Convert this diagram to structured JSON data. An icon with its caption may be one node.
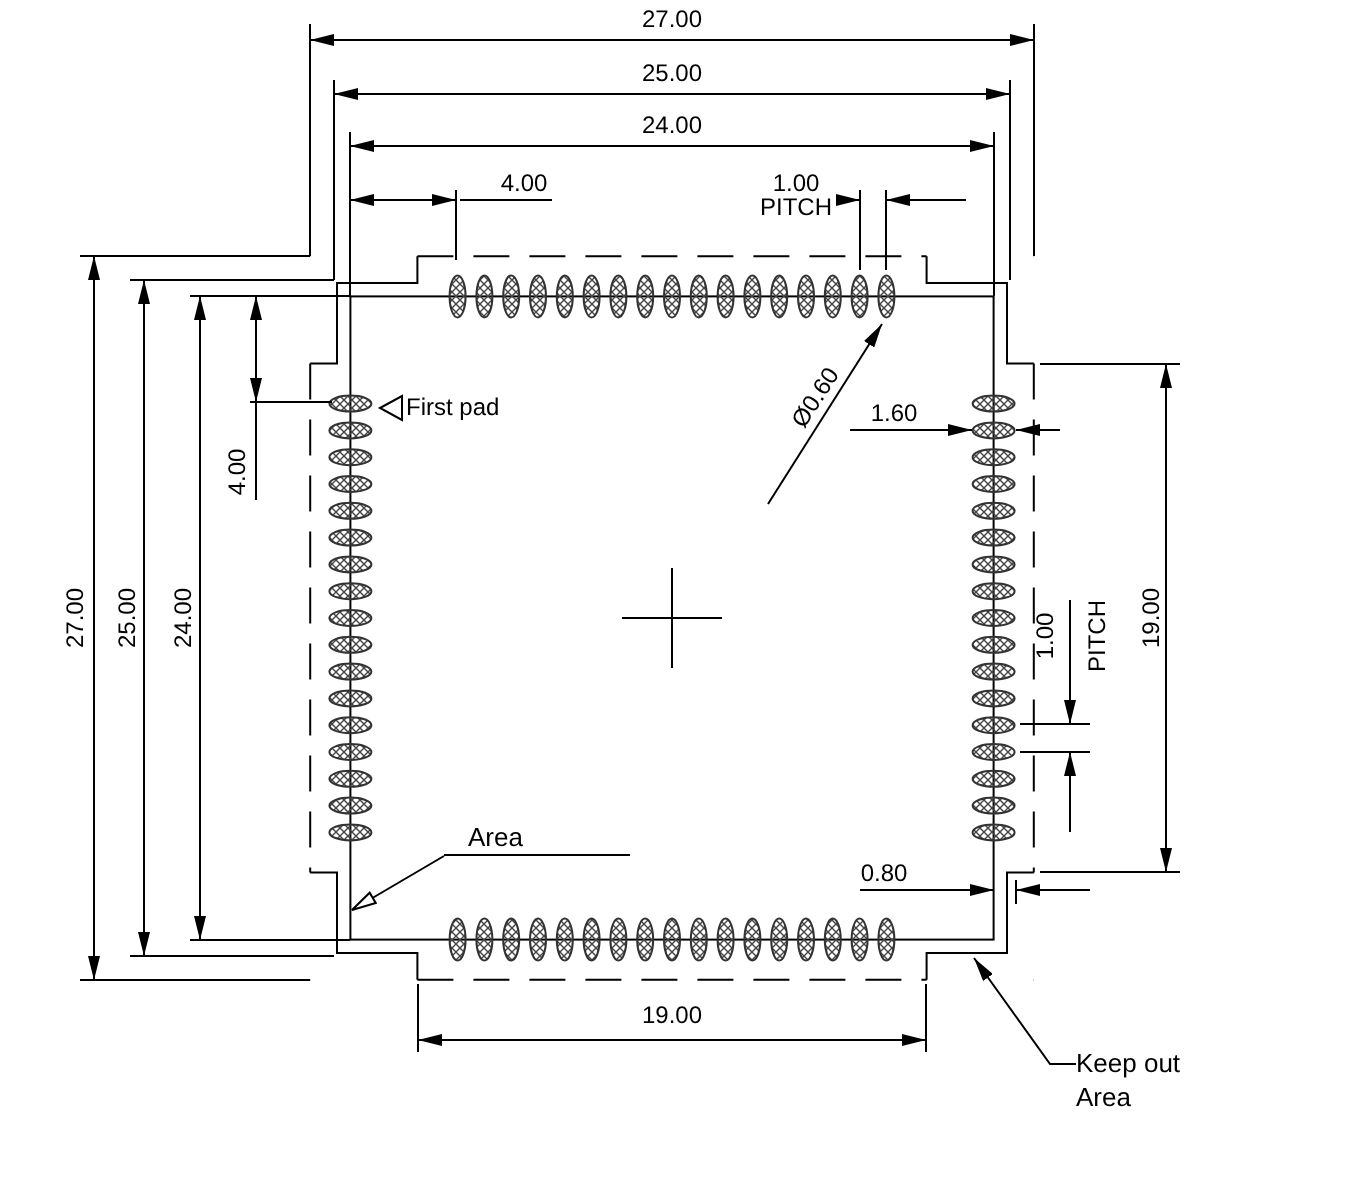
{
  "diagram": {
    "nodes": [
      {
        "text": [
          "Area"
        ]
      },
      {
        "text": [
          "Keep out Area"
        ]
      }
    ],
    "edges": [
      {
        "from": 0,
        "to": null,
        "arrow": "to"
      },
      {
        "from": 1,
        "to": null,
        "arrow": "to"
      }
    ],
    "labels": [
      "27.00",
      "25.00",
      "24.00",
      "4.00",
      "1.00",
      "PITCH",
      "Ø0.60",
      "First pad",
      "1.60",
      "4.00",
      "27.00",
      "25.00",
      "24.00",
      "1.00",
      "PITCH",
      "19.00",
      "0.80",
      "19.00"
    ]
  }
}
